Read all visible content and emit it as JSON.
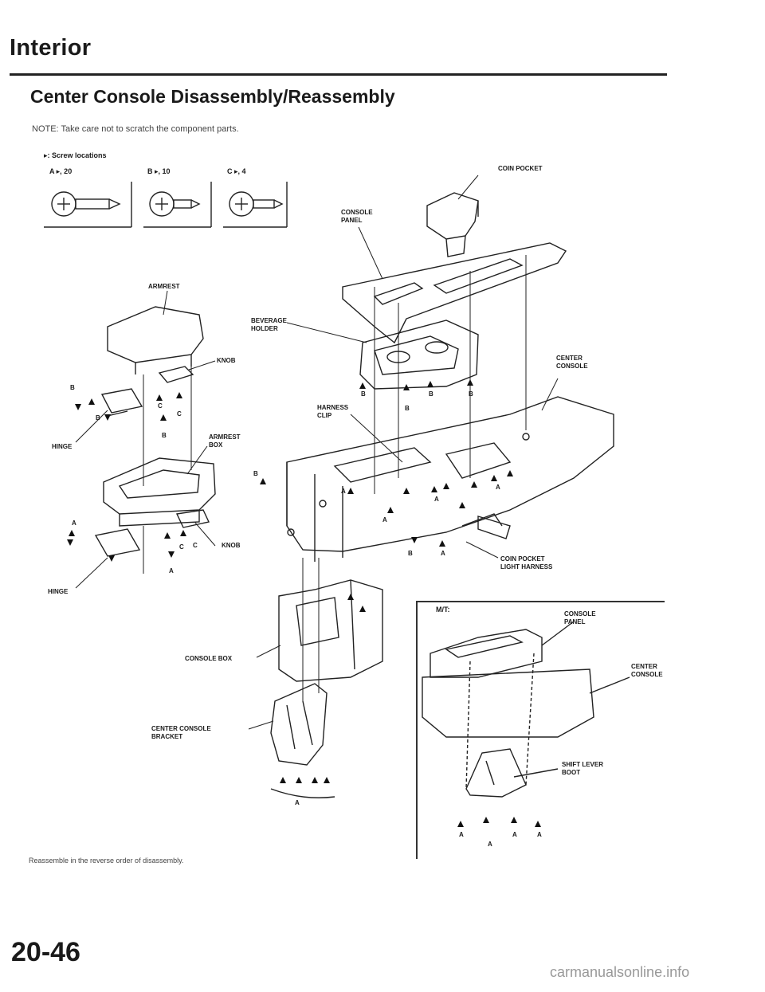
{
  "header": {
    "section_title": "Interior",
    "page_heading": "Center Console Disassembly/Reassembly",
    "note": "NOTE:  Take care not to scratch the component parts."
  },
  "screw_legend": {
    "title": "▸: Screw locations",
    "screws": [
      {
        "id": "A",
        "label": "A ▸, 20"
      },
      {
        "id": "B",
        "label": "B ▸, 10"
      },
      {
        "id": "C",
        "label": "C ▸, 4"
      }
    ]
  },
  "parts": {
    "coin_pocket": "COIN POCKET",
    "console_panel": "CONSOLE\nPANEL",
    "armrest": "ARMREST",
    "beverage_holder": "BEVERAGE\nHOLDER",
    "knob_upper": "KNOB",
    "center_console": "CENTER\nCONSOLE",
    "harness_clip": "HARNESS\nCLIP",
    "hinge_upper": "HINGE",
    "armrest_box": "ARMREST\nBOX",
    "knob_lower": "KNOB",
    "coin_pocket_light_harness": "COIN POCKET\nLIGHT HARNESS",
    "hinge_lower": "HINGE",
    "console_box": "CONSOLE BOX",
    "center_console_bracket": "CENTER CONSOLE\nBRACKET"
  },
  "mt_inset": {
    "label": "M/T:",
    "console_panel": "CONSOLE\nPANEL",
    "center_console": "CENTER\nCONSOLE",
    "shift_lever_boot": "SHIFT LEVER\nBOOT"
  },
  "footer": {
    "reassemble_note": "Reassemble in the reverse order of disassembly.",
    "page_number": "20-46",
    "watermark": "carmanualsonline.info"
  }
}
